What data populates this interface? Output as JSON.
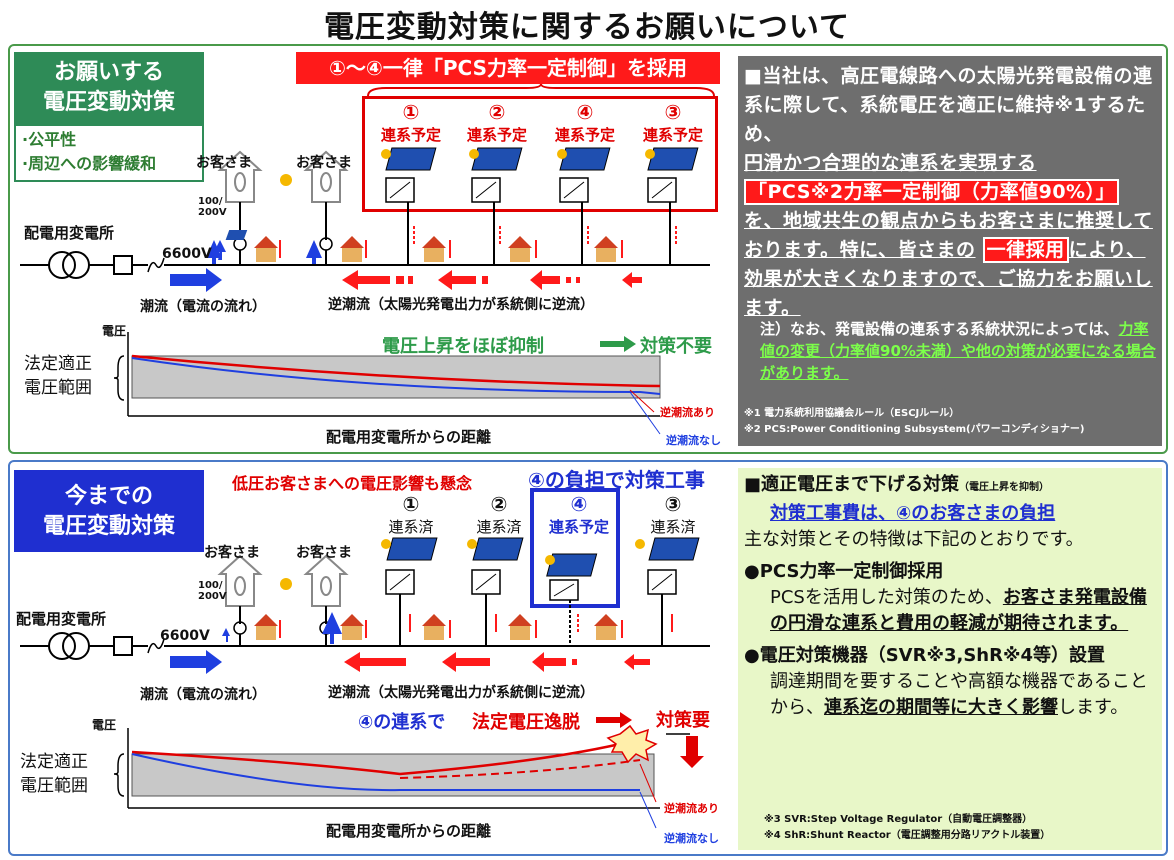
{
  "title": "電圧変動対策に関するお願いについて",
  "top": {
    "box_title": "お願いする\n電圧変動対策",
    "box_items": [
      "·公平性",
      "·周辺への影響緩和"
    ],
    "banner": "①～④一律「PCS力率一定制御」を採用",
    "houses": [
      {
        "num": "①",
        "status": "連系予定"
      },
      {
        "num": "②",
        "status": "連系予定"
      },
      {
        "num": "④",
        "status": "連系予定"
      },
      {
        "num": "③",
        "status": "連系予定"
      }
    ],
    "customer1": "お客さま",
    "customer2": "お客さま",
    "volt_low": "100/\n200V",
    "substation": "配電用変電所",
    "hv": "6600V",
    "flow": "潮流（電流の流れ）",
    "reverse_flow": "逆潮流（太陽光発電出力が系統側に逆流）",
    "y_label": "電圧",
    "range_label": "法定適正\n電圧範囲",
    "chart_msg": "電圧上昇をほぼ抑制",
    "chart_result": "対策不要",
    "legend_with": "逆潮流あり",
    "legend_without": "逆潮流なし",
    "x_label": "配電用変電所からの距離",
    "panel": {
      "line1": "■当社は、高圧電線路への太陽光発電設備の連系に際して、系統電圧を適正に維持※1するため、",
      "line2": "円滑かつ合理的な連系を実現する",
      "highlight1": "「PCS※2力率一定制御（力率値90%）」",
      "line3": "を、地域共生の観点からもお客さまに推奨しております。特に、皆さまの",
      "highlight2": "一律採用",
      "line4": "により、効果が大きくなりますので、ご協力をお願いします。",
      "note_prefix": "注）なお、発電設備の連系する系統状況によっては、",
      "note_green": "力率値の変更（力率値90%未満）や他の対策が必要になる場合があります。",
      "foot1": "※1  電力系統利用協議会ルール（ESCJルール）",
      "foot2": "※2  PCS:Power Conditioning Subsystem(パワーコンディショナー)"
    }
  },
  "bottom": {
    "box_title": "今までの\n電圧変動対策",
    "concern": "低圧お客さまへの電圧影響も懸念",
    "burden": "④の負担で対策工事",
    "houses": [
      {
        "num": "①",
        "status": "連系済"
      },
      {
        "num": "②",
        "status": "連系済"
      },
      {
        "num": "④",
        "status": "連系予定"
      },
      {
        "num": "③",
        "status": "連系済"
      }
    ],
    "customer1": "お客さま",
    "customer2": "お客さま",
    "volt_low": "100/\n200V",
    "substation": "配電用変電所",
    "hv": "6600V",
    "flow": "潮流（電流の流れ）",
    "reverse_flow": "逆潮流（太陽光発電出力が系統側に逆流）",
    "y_label": "電圧",
    "range_label": "法定適正\n電圧範囲",
    "chart_msg_blue": "④の連系で",
    "chart_msg_red": "法定電圧逸脱",
    "chart_result": "対策要",
    "legend_with": "逆潮流あり",
    "legend_without": "逆潮流なし",
    "x_label": "配電用変電所からの距離",
    "panel": {
      "h1": "■適正電圧まで下げる対策",
      "h1_small": "（電圧上昇を抑制）",
      "h2": "対策工事費は、④のお客さまの負担",
      "p1": "主な対策とその特徴は下記のとおりです。",
      "b1": "●PCS力率一定制御採用",
      "b1_text_pre": "PCSを活用した対策のため、",
      "b1_text_ul": "お客さま発電設備の円滑な連系と費用の軽減が期待されます。",
      "b2": "●電圧対策機器（SVR※3,ShR※4等）設置",
      "b2_text_pre": "調達期間を要することや高額な機器であることから、",
      "b2_text_ul": "連系迄の期間等に大きく影響",
      "b2_text_post": "します。",
      "foot3": "※3  SVR:Step Voltage Regulator（自動電圧調整器）",
      "foot4": "※4  ShR:Shunt Reactor（電圧調整用分路リアクトル装置）"
    }
  },
  "colors": {
    "green": "#2e8b57",
    "blue": "#1f2fd0",
    "red": "#ff1a1a",
    "grey": "#6e6e6e",
    "lightgreen": "#e8f7c8"
  }
}
